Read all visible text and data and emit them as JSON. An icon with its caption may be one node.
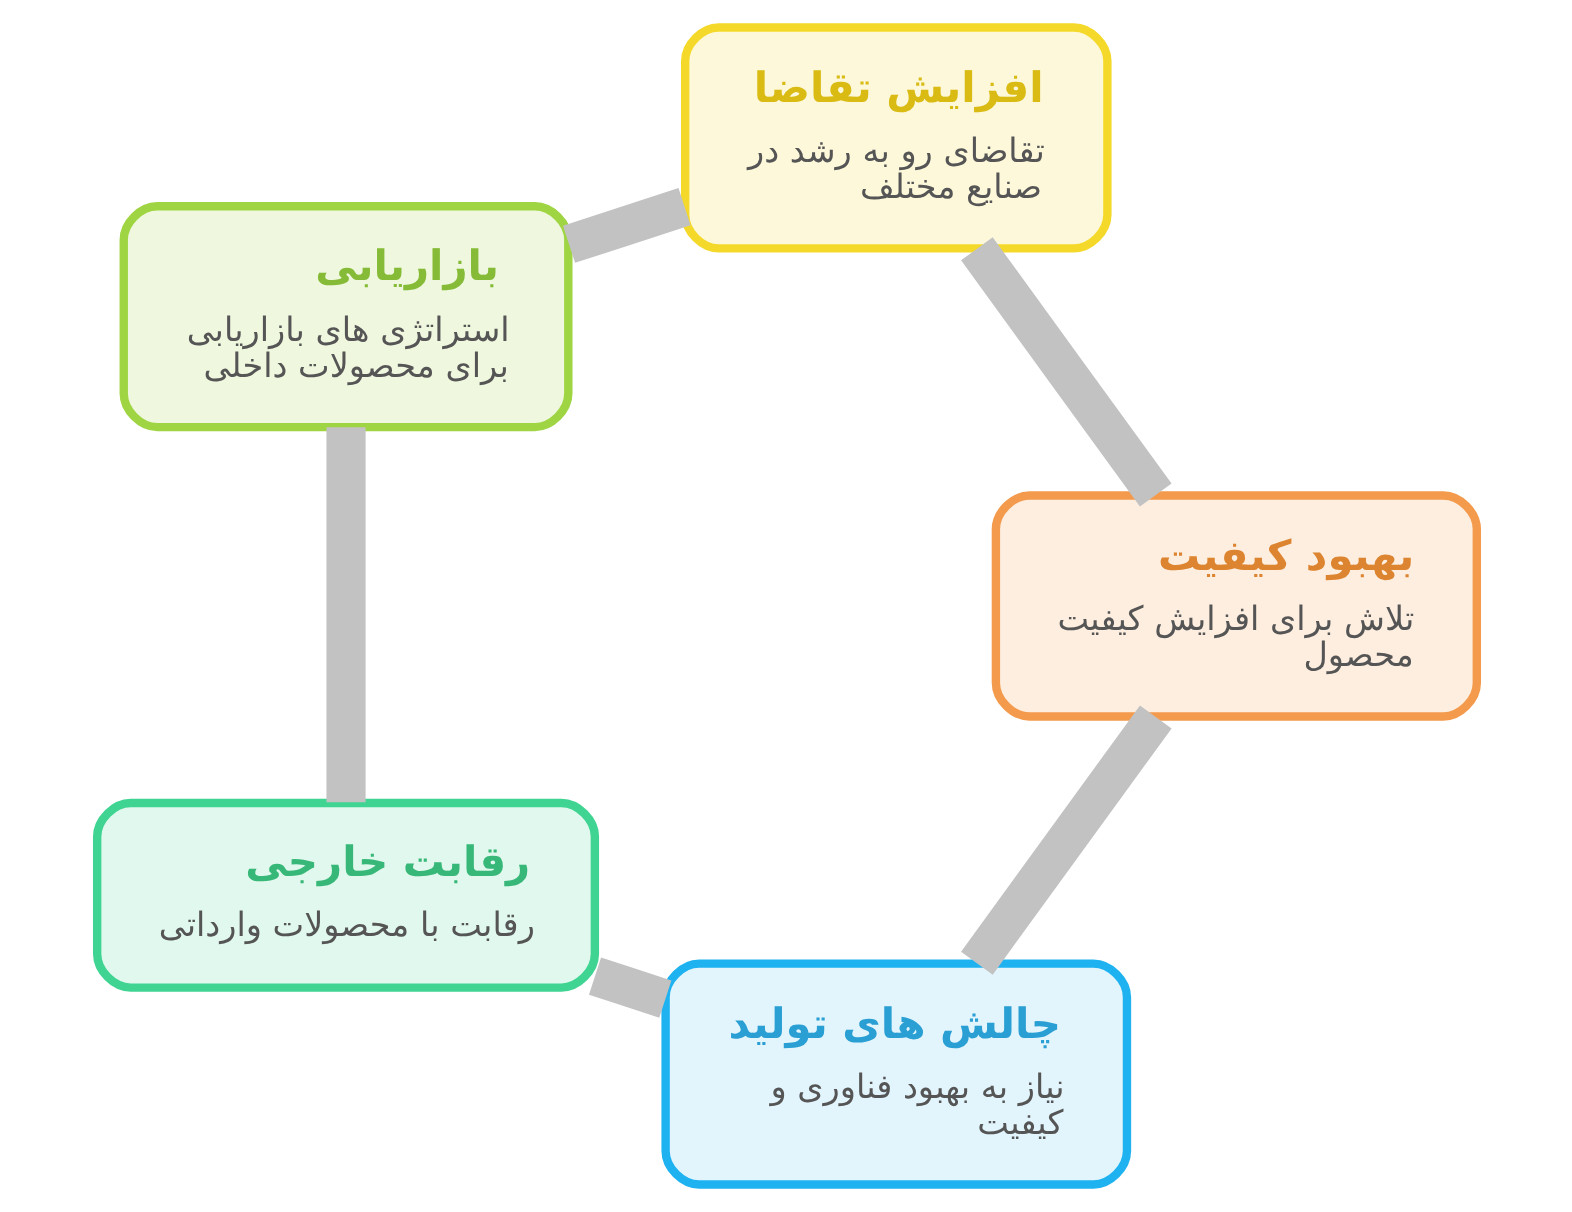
{
  "diagram": {
    "nodes": [
      {
        "text": [
          "چالش های تولید",
          "نیاز به بهبود فناوری و کیفیت"
        ]
      },
      {
        "text": [
          "رقابت خارجی",
          "رقابت با محصولات وارداتی"
        ]
      },
      {
        "text": [
          "بازاریابی",
          "استراتژی های بازاریابی برای محصولات داخلی"
        ]
      },
      {
        "text": [
          "افزایش تقاضا",
          "تقاضای رو به رشد در صنایع مختلف"
        ]
      },
      {
        "text": [
          "بهبود کیفیت",
          "تلاش برای افزایش کیفیت محصول"
        ]
      }
    ],
    "edges": [
      {
        "from": 0,
        "to": 1,
        "arrow": "none"
      },
      {
        "from": 1,
        "to": 2,
        "arrow": "none"
      },
      {
        "from": 2,
        "to": 3,
        "arrow": "none"
      },
      {
        "from": 3,
        "to": 4,
        "arrow": "none"
      },
      {
        "from": 4,
        "to": 0,
        "arrow": "none"
      }
    ]
  }
}
